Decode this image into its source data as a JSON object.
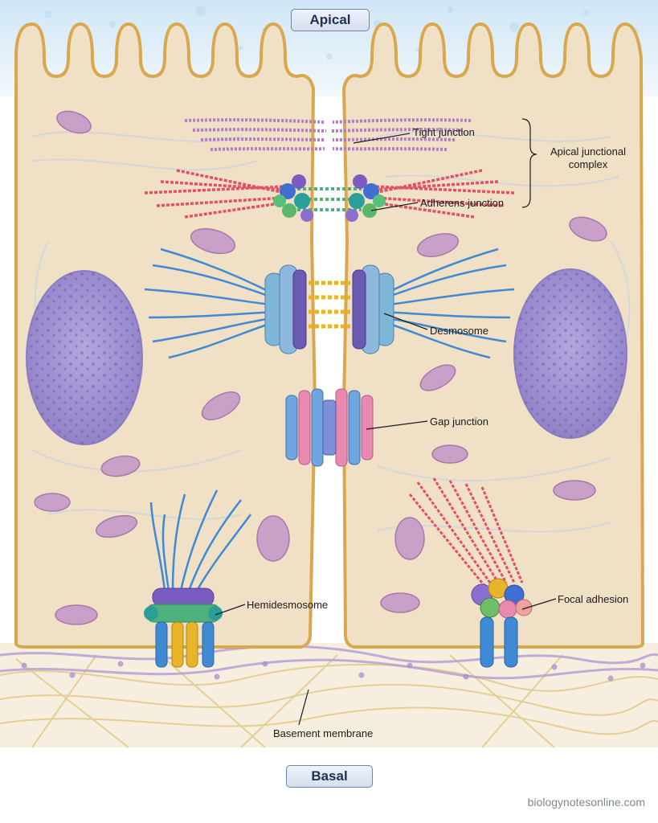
{
  "orientation": {
    "top": "Apical",
    "bottom": "Basal"
  },
  "labels": {
    "tight_junction": "Tight junction",
    "apical_complex": "Apical junctional complex",
    "adherens_junction": "Adherens junction",
    "desmosome": "Desmosome",
    "gap_junction": "Gap junction",
    "hemidesmosome": "Hemidesmosome",
    "focal_adhesion": "Focal adhesion",
    "basement_membrane": "Basement membrane"
  },
  "credit": "biologynotesonline.com",
  "colors": {
    "cytoplasm": "#efe0c6",
    "membrane": "#d9a84e",
    "nucleus": "#a597d4",
    "mitochondria": "#c9a0c8",
    "tight_junction": "#b27bc3",
    "actin": "#e2506a",
    "intermediate_filaments": "#3f8ad3",
    "desmosome_plaque": "#6a5bb0",
    "cadherin_bridge": "#e6b52a",
    "connexon": "#e889b0",
    "basement_fibers": "#e6cf9a",
    "lumen": "#d6ebf8"
  }
}
